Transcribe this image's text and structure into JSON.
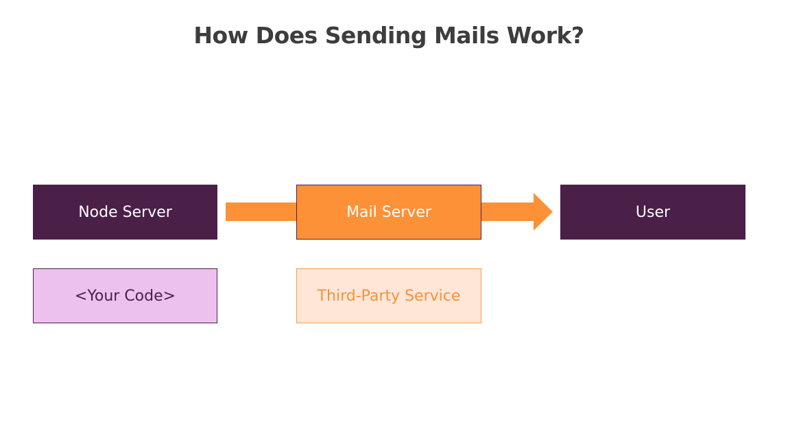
{
  "title": "How Does Sending Mails Work?",
  "nodes": {
    "node_server": "Node Server",
    "mail_server": "Mail Server",
    "user": "User",
    "your_code": "<Your Code>",
    "third_party": "Third-Party Service"
  },
  "colors": {
    "dark_purple": "#4a1f48",
    "orange": "#fc9137",
    "light_pink": "#ecc1ee",
    "light_orange": "#ffe6d6",
    "title_gray": "#3d3d3d"
  }
}
